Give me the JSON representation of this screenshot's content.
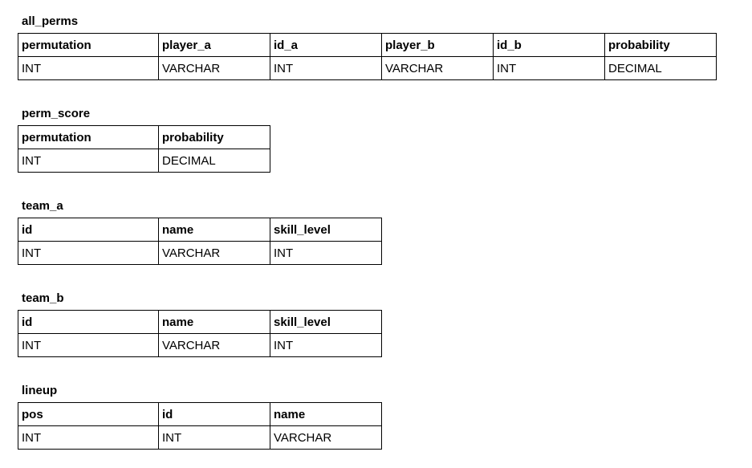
{
  "page": {
    "background_color": "#ffffff",
    "text_color": "#000000",
    "border_color": "#000000"
  },
  "tables": [
    {
      "name": "all_perms",
      "columns": [
        {
          "name": "permutation",
          "type": "INT"
        },
        {
          "name": "player_a",
          "type": "VARCHAR"
        },
        {
          "name": "id_a",
          "type": "INT"
        },
        {
          "name": "player_b",
          "type": "VARCHAR"
        },
        {
          "name": "id_b",
          "type": "INT"
        },
        {
          "name": "probability",
          "type": "DECIMAL"
        }
      ]
    },
    {
      "name": "perm_score",
      "columns": [
        {
          "name": "permutation",
          "type": "INT"
        },
        {
          "name": "probability",
          "type": "DECIMAL"
        }
      ]
    },
    {
      "name": "team_a",
      "columns": [
        {
          "name": "id",
          "type": "INT"
        },
        {
          "name": "name",
          "type": "VARCHAR"
        },
        {
          "name": "skill_level",
          "type": "INT"
        }
      ]
    },
    {
      "name": "team_b",
      "columns": [
        {
          "name": "id",
          "type": "INT"
        },
        {
          "name": "name",
          "type": "VARCHAR"
        },
        {
          "name": "skill_level",
          "type": "INT"
        }
      ]
    },
    {
      "name": "lineup",
      "columns": [
        {
          "name": "pos",
          "type": "INT"
        },
        {
          "name": "id",
          "type": "INT"
        },
        {
          "name": "name",
          "type": "VARCHAR"
        }
      ]
    }
  ]
}
